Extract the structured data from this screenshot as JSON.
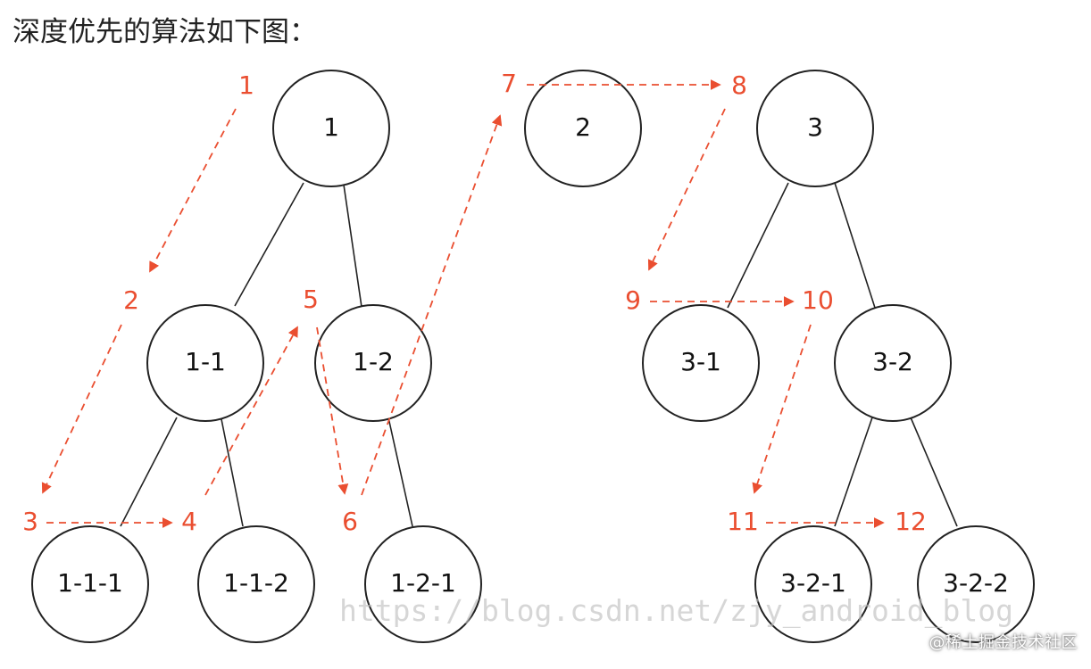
{
  "heading": {
    "text": "深度优先的算法如下图："
  },
  "tree": {
    "nodes": {
      "n1": "1",
      "n2": "2",
      "n3": "3",
      "n1_1": "1-1",
      "n1_2": "1-2",
      "n3_1": "3-1",
      "n3_2": "3-2",
      "n1_1_1": "1-1-1",
      "n1_1_2": "1-1-2",
      "n1_2_1": "1-2-1",
      "n3_2_1": "3-2-1",
      "n3_2_2": "3-2-2"
    }
  },
  "traversal": {
    "steps": [
      "1",
      "2",
      "3",
      "4",
      "5",
      "6",
      "7",
      "8",
      "9",
      "10",
      "11",
      "12"
    ],
    "color": "#ea4e30"
  },
  "watermark": {
    "text": "https://blog.csdn.net/zjy_android_blog"
  },
  "brand": {
    "text": "@稀土掘金技术社区"
  }
}
